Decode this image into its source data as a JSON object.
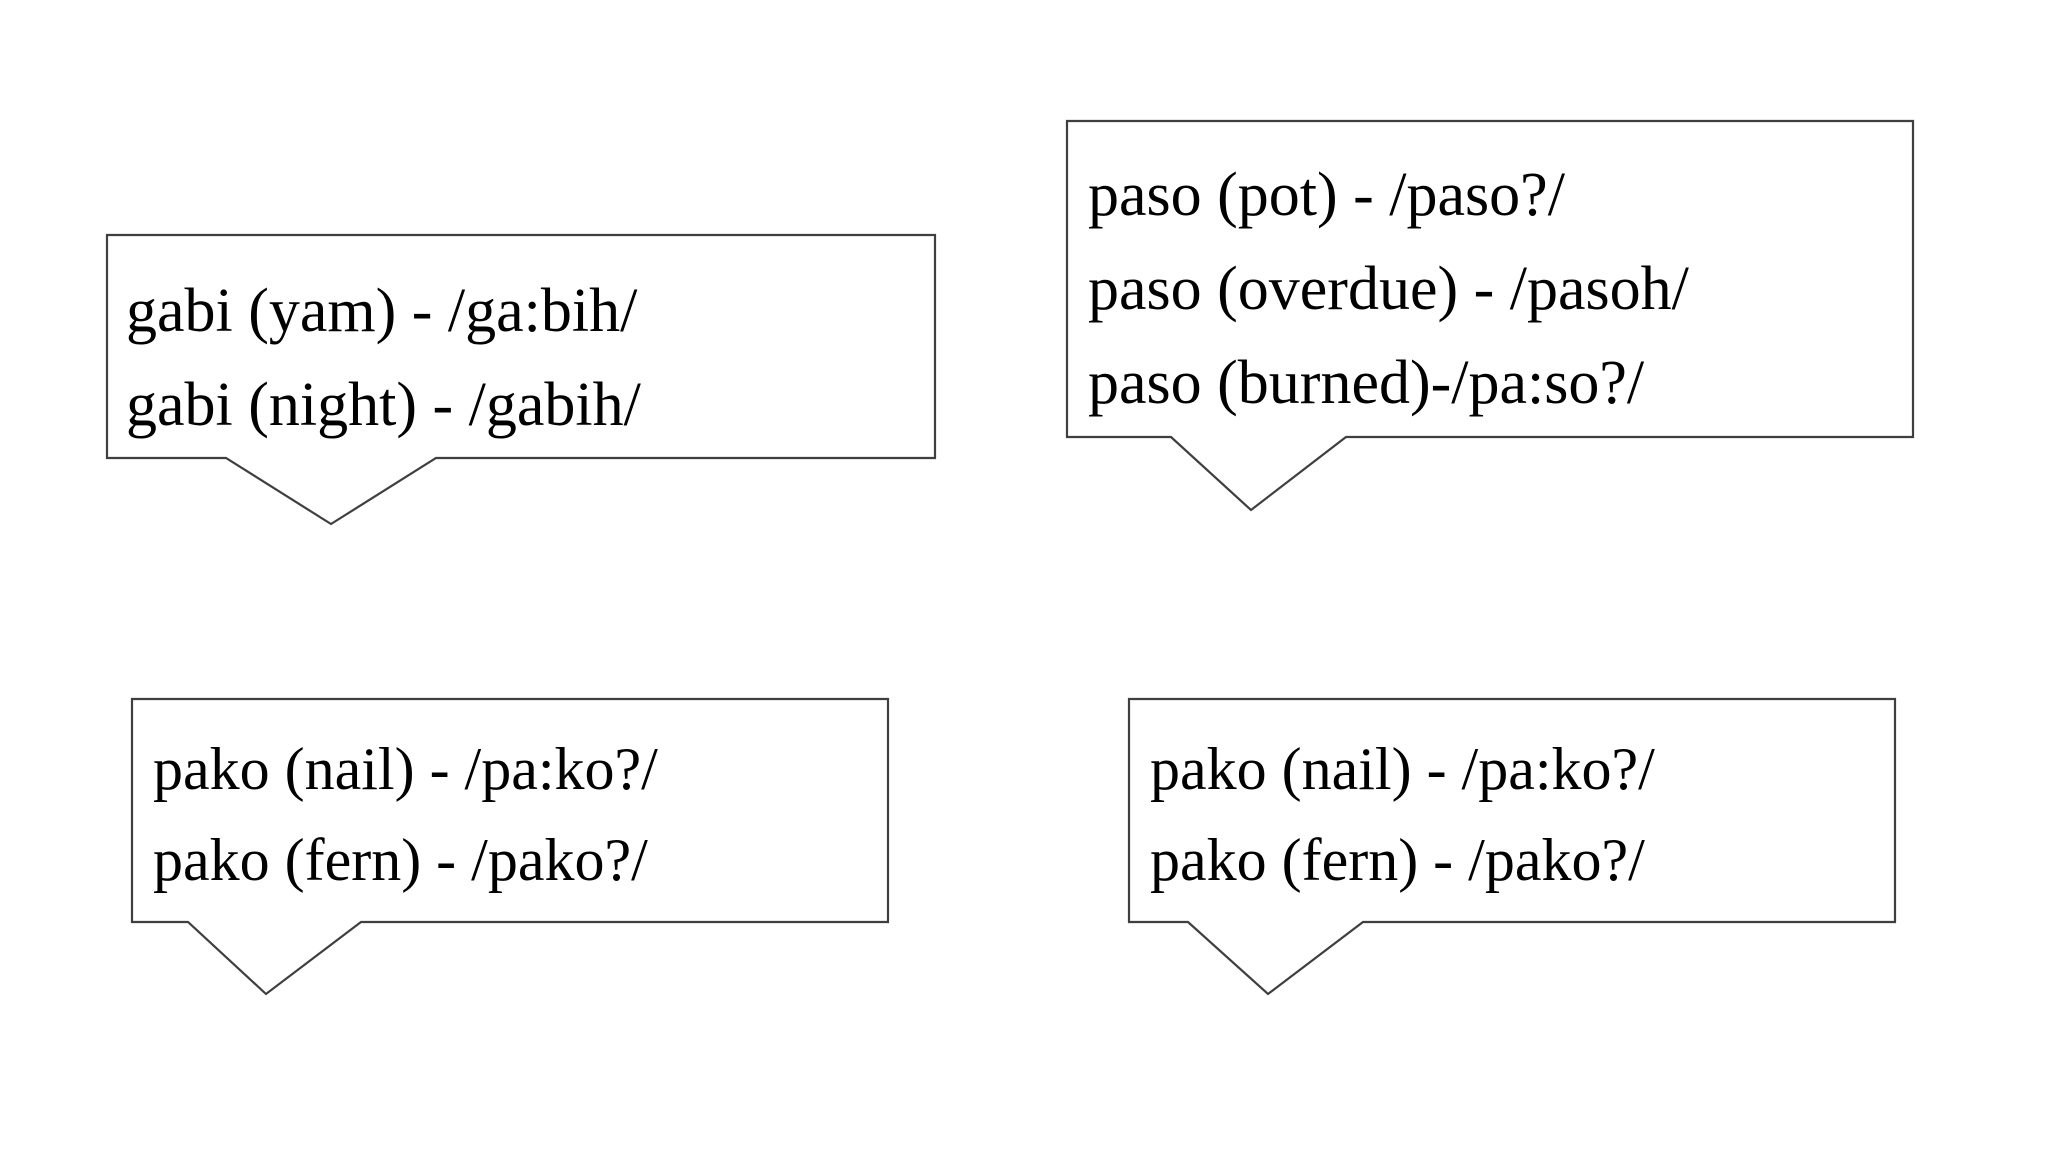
{
  "page": {
    "background_color": "#ffffff",
    "text_color": "#000000",
    "border_color": "#3f3f3f"
  },
  "callouts": [
    {
      "id": "gabi",
      "position": "top-left",
      "headword": "gabi",
      "lines": [
        "gabi (yam) - /ga:bih/",
        "gabi (night) - /gabih/"
      ]
    },
    {
      "id": "paso",
      "position": "top-right",
      "headword": "paso",
      "lines": [
        "paso (pot) - /paso?/",
        "paso (overdue) - /pasoh/",
        "paso (burned)-/pa:so?/"
      ]
    },
    {
      "id": "pako-left",
      "position": "bottom-left",
      "headword": "pako",
      "lines": [
        "pako (nail) - /pa:ko?/",
        "pako (fern) - /pako?/"
      ]
    },
    {
      "id": "pako-right",
      "position": "bottom-right",
      "headword": "pako",
      "lines": [
        "pako (nail) - /pa:ko?/",
        "pako (fern) - /pako?/"
      ]
    }
  ]
}
